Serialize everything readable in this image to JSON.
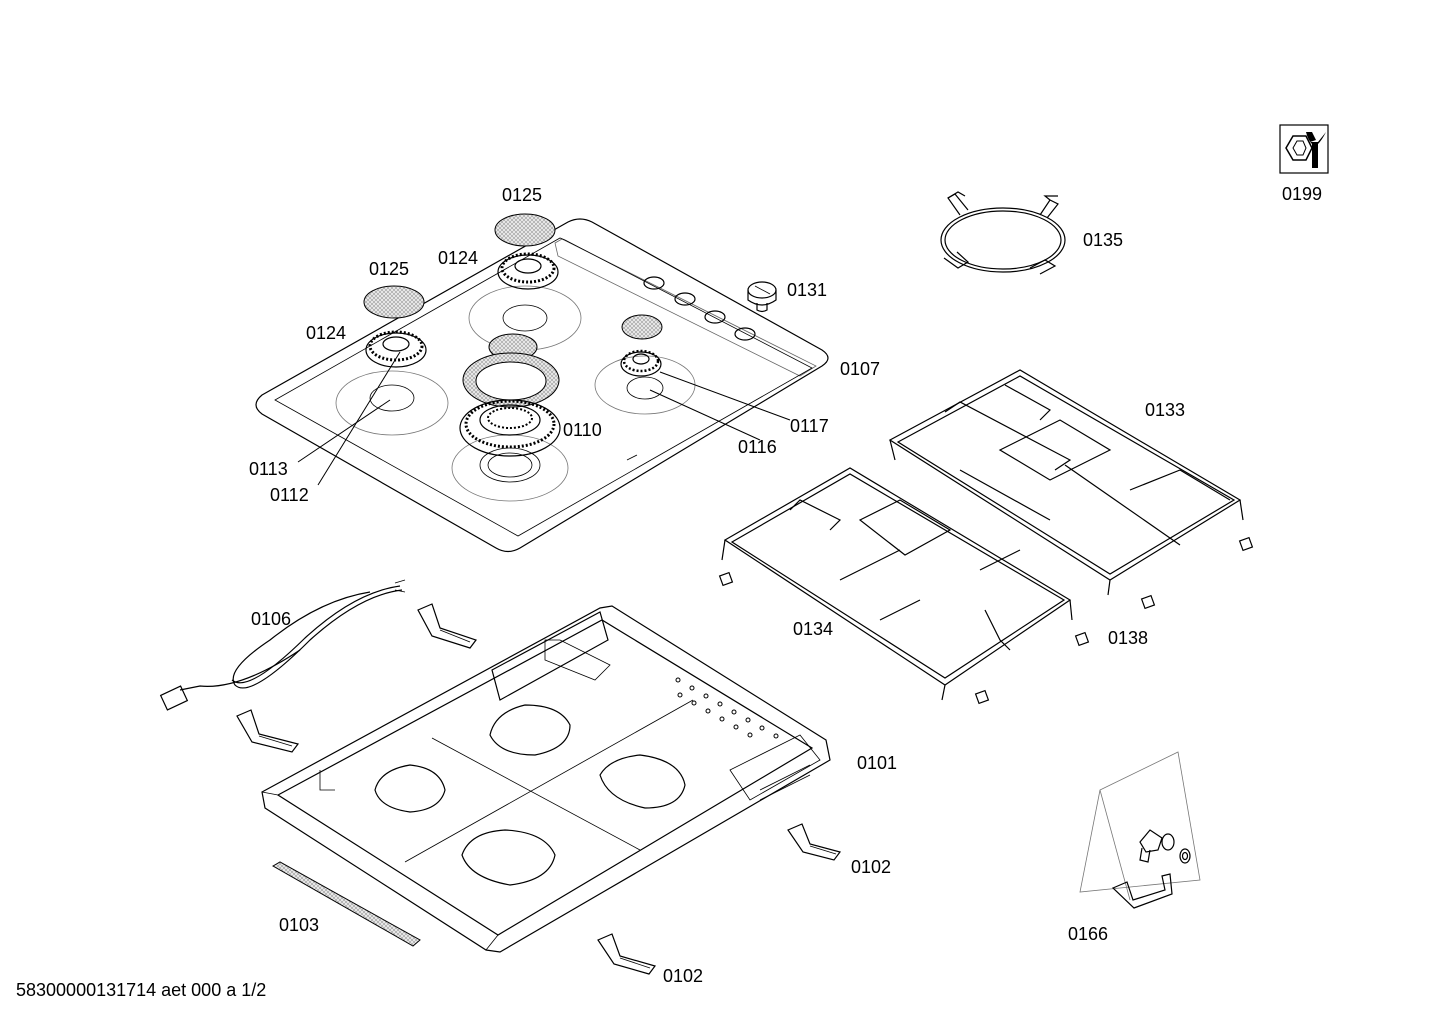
{
  "labels": {
    "p0125a": "0125",
    "p0124a": "0124",
    "p0125b": "0125",
    "p0124b": "0124",
    "p0131": "0131",
    "p0107": "0107",
    "p0110": "0110",
    "p0117": "0117",
    "p0116": "0116",
    "p0113": "0113",
    "p0112": "0112",
    "p0135": "0135",
    "p0199": "0199",
    "p0133": "0133",
    "p0134": "0134",
    "p0138": "0138",
    "p0106": "0106",
    "p0101": "0101",
    "p0102a": "0102",
    "p0102b": "0102",
    "p0103": "0103",
    "p0166": "0166"
  },
  "footer": "58300000131714 aet 000 a 1/2",
  "icons": {
    "service_icon": "wrench-nut-icon"
  }
}
